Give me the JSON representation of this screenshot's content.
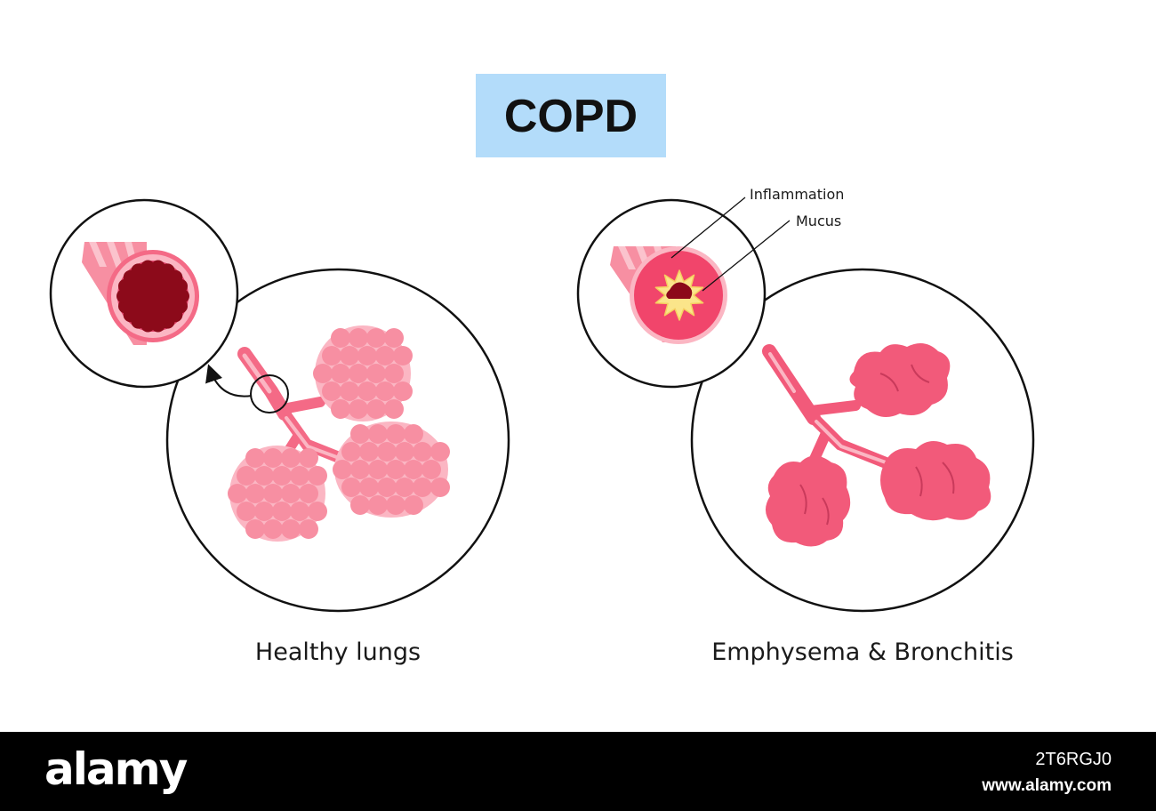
{
  "title": "COPD",
  "panels": {
    "healthy": {
      "caption": "Healthy lungs"
    },
    "disease": {
      "caption": "Emphysema & Bronchitis",
      "labels": {
        "inflammation": "Inflammation",
        "mucus": "Mucus"
      }
    }
  },
  "footer": {
    "brand": "alamy",
    "image_id": "2T6RGJ0",
    "url": "www.alamy.com"
  },
  "colors": {
    "title_bg": "#b3dcfa",
    "alveoli": "#f78fa2",
    "alveoli_light": "#fbb6c3",
    "airway": "#f46a86",
    "lumen": "#8c0a1a",
    "inflamed": "#f1456b",
    "mucus": "#fbe58a",
    "emphysema": "#f25a7a",
    "footer_bg": "#000000"
  },
  "icons": {
    "zoom_arrow": "curved-arrow-icon"
  }
}
